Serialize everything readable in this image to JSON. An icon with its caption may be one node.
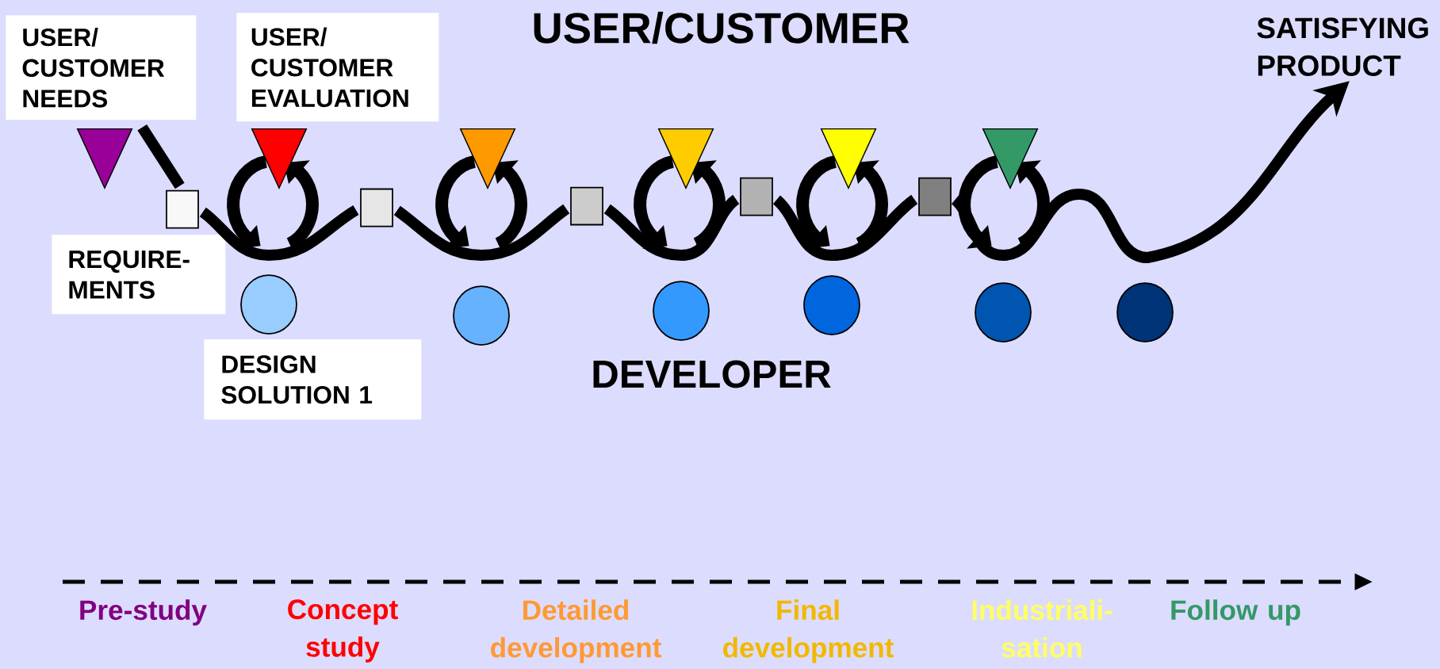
{
  "diagram": {
    "nodes": [
      {
        "text": [
          "USER/ CUSTOMER NEEDS"
        ]
      },
      {
        "text": [
          "USER/ CUSTOMER EVALUATION"
        ]
      },
      {
        "text": [
          "SATISFYING PRODUCT"
        ]
      },
      {
        "text": [],
        "shape": "triangle"
      },
      {
        "text": [],
        "shape": "triangle"
      },
      {
        "text": [],
        "shape": "triangle"
      },
      {
        "text": [],
        "shape": "triangle"
      },
      {
        "text": [],
        "shape": "triangle"
      },
      {
        "text": [],
        "shape": "triangle"
      },
      {
        "text": [],
        "shape": "box"
      },
      {
        "text": [],
        "shape": "box"
      },
      {
        "text": [],
        "shape": "box"
      },
      {
        "text": [],
        "shape": "box"
      },
      {
        "text": [],
        "shape": "box"
      },
      {
        "text": [
          "REQUIRE- MENTS"
        ]
      },
      {
        "text": [],
        "shape": "circle"
      },
      {
        "text": [],
        "shape": "circle"
      },
      {
        "text": [],
        "shape": "circle"
      },
      {
        "text": [],
        "shape": "circle"
      },
      {
        "text": [],
        "shape": "circle"
      },
      {
        "text": [],
        "shape": "circle"
      },
      {
        "text": [
          "DESIGN SOLUTION 1"
        ]
      }
    ],
    "edges": [
      {
        "from": 0,
        "to": 9,
        "arrow": "none"
      },
      {
        "from": 9,
        "to": 10,
        "arrow": "none"
      },
      {
        "from": 10,
        "to": 11,
        "arrow": "none"
      },
      {
        "from": 11,
        "to": 12,
        "arrow": "none"
      },
      {
        "from": 12,
        "to": 13,
        "arrow": "none"
      },
      {
        "from": 13,
        "to": 2,
        "arrow": "to"
      }
    ],
    "labels": [
      "USER/CUSTOMER",
      "DEVELOPER",
      "Pre-study",
      "Concept study",
      "Detailed development",
      "Final development",
      "Industriali- sation",
      "Follow up"
    ]
  }
}
